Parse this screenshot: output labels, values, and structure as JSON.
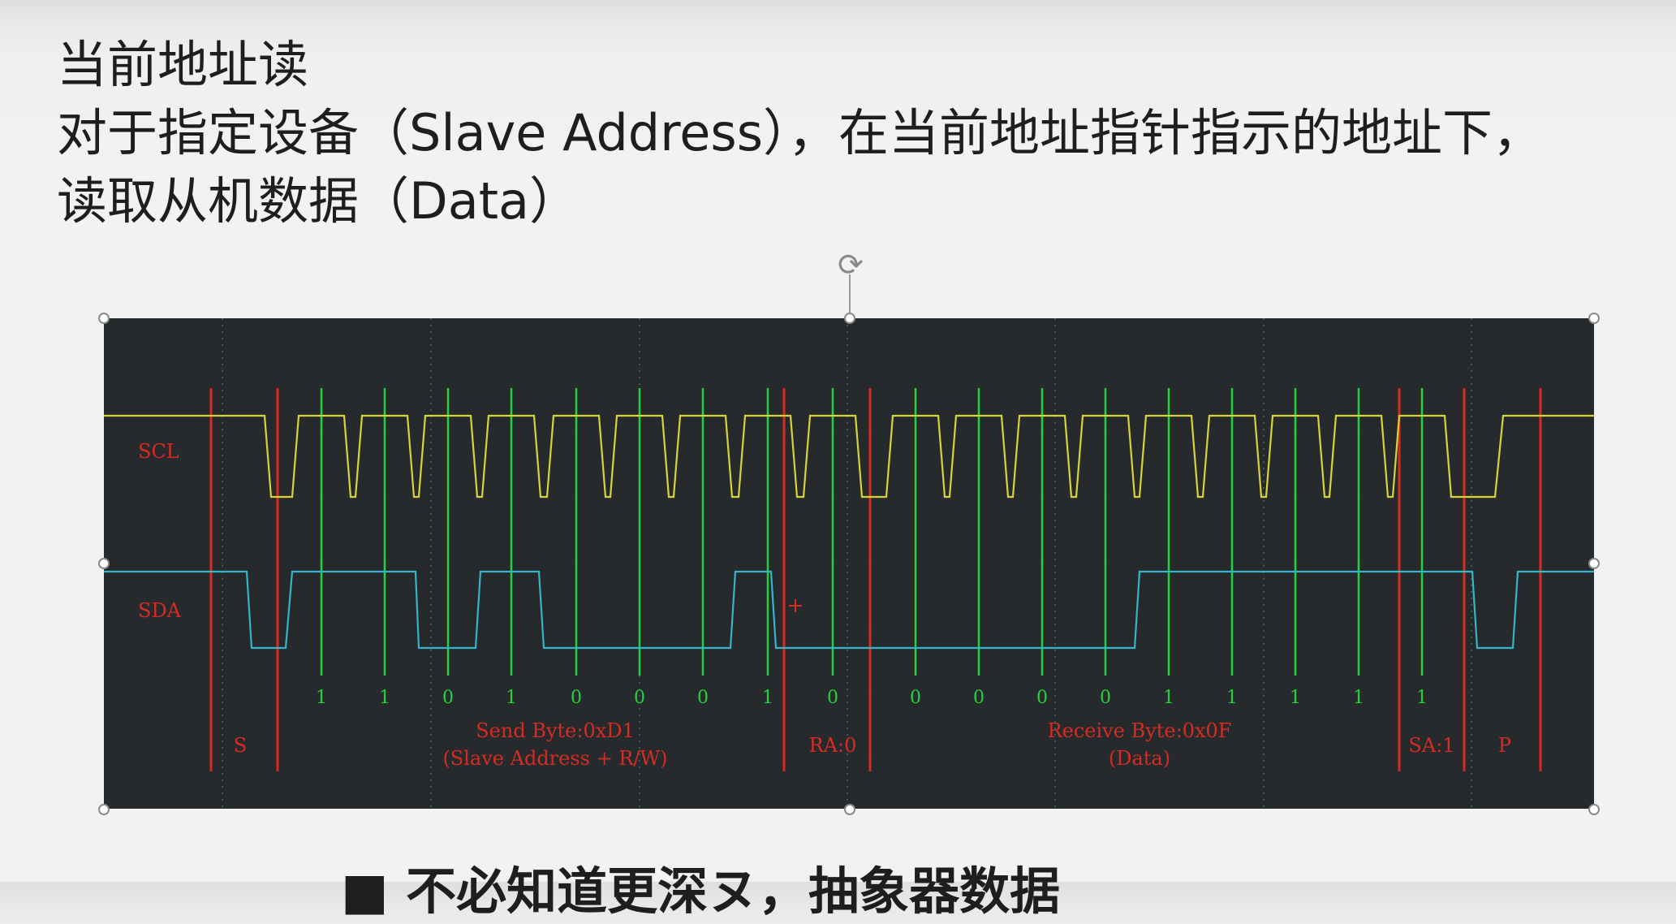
{
  "slide": {
    "title": "当前地址读",
    "desc_line1": "对于指定设备（Slave Address），在当前地址指针指示的地址下，",
    "desc_line2": "读取从机数据（Data）",
    "cut_off_line": "■ 不必知道更深ヌ，抽象器数据"
  },
  "scope": {
    "scl_label": "SCL",
    "sda_label": "SDA",
    "colors": {
      "background": "#262a2c",
      "scl": "#d8d33a",
      "sda": "#35b5c8",
      "marker_red": "#d62b22",
      "marker_green": "#22d23b",
      "grid": "#3e6b70"
    },
    "bits": [
      "1",
      "1",
      "0",
      "1",
      "0",
      "0",
      "0",
      "1",
      "0",
      "0",
      "0",
      "0",
      "0",
      "1",
      "1",
      "1",
      "1",
      "1"
    ],
    "annotations": {
      "start": "S",
      "send_line1": "Send Byte:0xD1",
      "send_line2": "(Slave Address + R/W)",
      "ra": "RA:0",
      "recv_line1": "Receive Byte:0x0F",
      "recv_line2": "(Data)",
      "sa": "SA:1",
      "stop": "P"
    }
  },
  "selection": {
    "rotate_icon": "rotate-icon"
  }
}
